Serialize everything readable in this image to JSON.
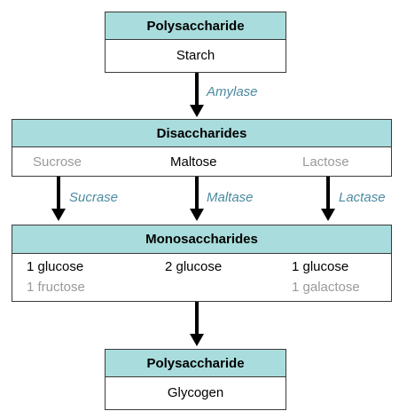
{
  "top": {
    "header": "Polysaccharide",
    "content": "Starch"
  },
  "enzyme_amylase": "Amylase",
  "disaccharides": {
    "header": "Disaccharides",
    "items": [
      "Sucrose",
      "Maltose",
      "Lactose"
    ]
  },
  "enzymes": [
    "Sucrase",
    "Maltase",
    "Lactase"
  ],
  "monosaccharides": {
    "header": "Monosaccharides",
    "col1": [
      "1 glucose",
      "1 fructose"
    ],
    "col2": [
      "2 glucose"
    ],
    "col3": [
      "1 glucose",
      "1 galactose"
    ]
  },
  "bottom": {
    "header": "Polysaccharide",
    "content": "Glycogen"
  },
  "colors": {
    "header_fill": "#a9dcdc",
    "enzyme_text": "#4a8aa0",
    "gray_text": "#9a9a9a"
  }
}
